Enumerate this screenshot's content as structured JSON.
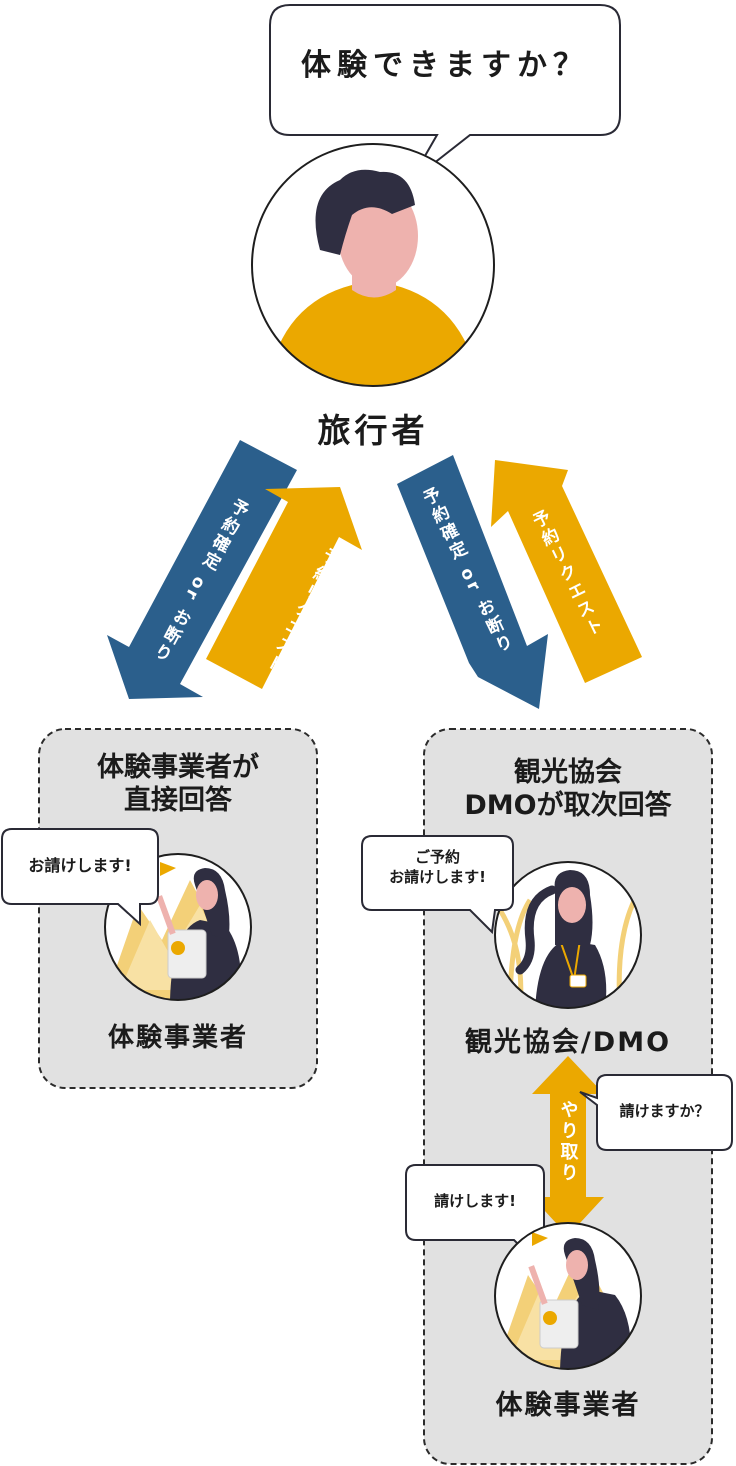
{
  "traveler": {
    "question": "体験できますか？",
    "label": "旅行者"
  },
  "arrows": {
    "confirm": "予約確定 or お断り",
    "request": "予約リクエスト",
    "exchange": "やり取り"
  },
  "left_panel": {
    "title_line1": "体験事業者が",
    "title_line2": "直接回答",
    "bubble": "お請けします!",
    "person_label": "体験事業者"
  },
  "right_panel": {
    "title_line1": "観光協会",
    "title_line2": "DMOが取次回答",
    "dmo_bubble_line1": "ご予約",
    "dmo_bubble_line2": "お請けします!",
    "dmo_label": "観光協会/DMO",
    "ask_bubble": "請けますか？",
    "operator_bubble": "請けします!",
    "operator_label": "体験事業者"
  },
  "colors": {
    "blue": "#2b5f8c",
    "yellow": "#eba800",
    "panel": "#e1e1e1",
    "skin": "#eeb2ae",
    "hair": "#2f2e41"
  }
}
